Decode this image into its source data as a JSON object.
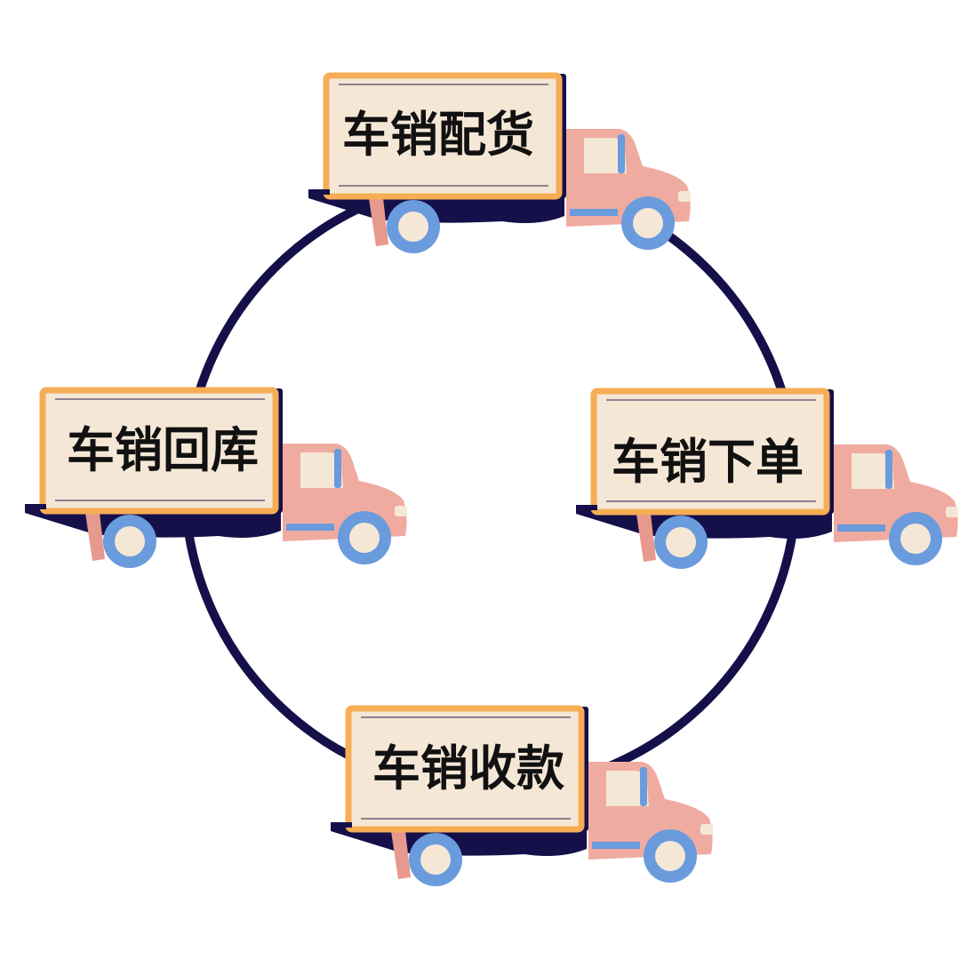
{
  "colors": {
    "ring": "#15104a",
    "box_fill": "#f5e7d6",
    "box_border": "#f6ad55",
    "box_shade": "#15104a",
    "box_line": "#6b6276",
    "cab": "#f0aba0",
    "cab_dark": "#e28f85",
    "window": "#f5e7d6",
    "tire": "#6a9bdc",
    "hub": "#f5e7d6",
    "chassis": "#15104a",
    "mudflap": "#e8998e"
  },
  "trucks": [
    {
      "id": "top",
      "label": "车销配货"
    },
    {
      "id": "right",
      "label": "车销下单"
    },
    {
      "id": "bottom",
      "label": "车销收款"
    },
    {
      "id": "left",
      "label": "车销回库"
    }
  ]
}
